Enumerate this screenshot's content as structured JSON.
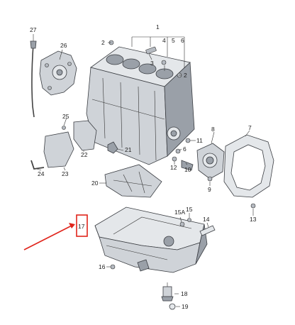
{
  "callouts": [
    {
      "id": "1",
      "text": "1"
    },
    {
      "id": "2a",
      "text": "2"
    },
    {
      "id": "2b",
      "text": "2"
    },
    {
      "id": "3",
      "text": "3"
    },
    {
      "id": "4",
      "text": "4"
    },
    {
      "id": "5",
      "text": "5"
    },
    {
      "id": "6a",
      "text": "6"
    },
    {
      "id": "6b",
      "text": "6"
    },
    {
      "id": "7",
      "text": "7"
    },
    {
      "id": "8",
      "text": "8"
    },
    {
      "id": "9",
      "text": "9"
    },
    {
      "id": "10",
      "text": "10"
    },
    {
      "id": "11",
      "text": "11"
    },
    {
      "id": "12",
      "text": "12"
    },
    {
      "id": "13",
      "text": "13"
    },
    {
      "id": "14",
      "text": "14"
    },
    {
      "id": "15",
      "text": "15"
    },
    {
      "id": "15A",
      "text": "15A"
    },
    {
      "id": "16",
      "text": "16"
    },
    {
      "id": "17",
      "text": "17"
    },
    {
      "id": "18",
      "text": "18"
    },
    {
      "id": "19",
      "text": "19"
    },
    {
      "id": "20",
      "text": "20"
    },
    {
      "id": "21",
      "text": "21"
    },
    {
      "id": "22",
      "text": "22"
    },
    {
      "id": "23",
      "text": "23"
    },
    {
      "id": "24",
      "text": "24"
    },
    {
      "id": "25",
      "text": "25"
    },
    {
      "id": "26",
      "text": "26"
    },
    {
      "id": "27",
      "text": "27"
    }
  ],
  "highlight": {
    "callout": "17",
    "color": "#e0241b"
  },
  "colors": {
    "line": "#333333",
    "part_fill": "#cfd3d8",
    "highlight": "#e0241b"
  }
}
